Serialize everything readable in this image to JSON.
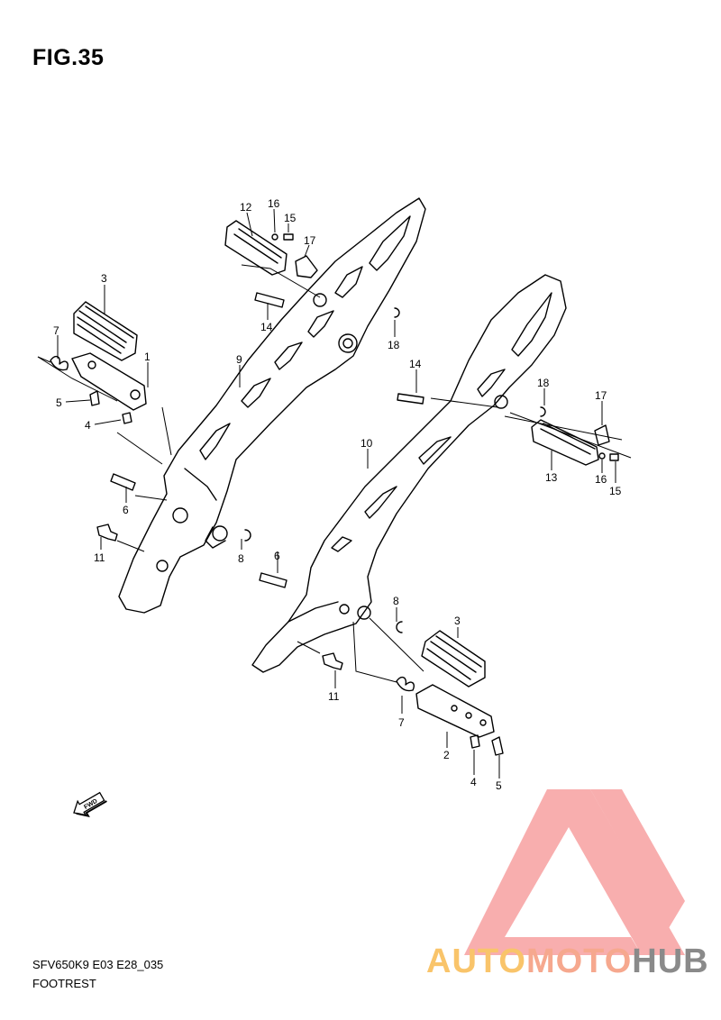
{
  "figure": {
    "title": "FIG.35"
  },
  "footer": {
    "model_code": "SFV650K9 E03 E28_035",
    "section_name": "FOOTREST"
  },
  "fwd_arrow": {
    "label": "FWD"
  },
  "watermark": {
    "parts": [
      {
        "text": "AUTO",
        "color": "#f9c46a"
      },
      {
        "text": "MOTO",
        "color": "#f6a88e"
      },
      {
        "text": "HUB",
        "color": "#8a8a8a"
      }
    ],
    "logo_color": "#f58a8a"
  },
  "callouts": [
    {
      "id": "c12a",
      "text": "12"
    },
    {
      "id": "c16a",
      "text": "16"
    },
    {
      "id": "c15a",
      "text": "15"
    },
    {
      "id": "c17a",
      "text": "17"
    },
    {
      "id": "c3a",
      "text": "3"
    },
    {
      "id": "c14a",
      "text": "14"
    },
    {
      "id": "c18a",
      "text": "18"
    },
    {
      "id": "c7a",
      "text": "7"
    },
    {
      "id": "c1",
      "text": "1"
    },
    {
      "id": "c9",
      "text": "9"
    },
    {
      "id": "c5a",
      "text": "5"
    },
    {
      "id": "c4a",
      "text": "4"
    },
    {
      "id": "c6a",
      "text": "6"
    },
    {
      "id": "c11a",
      "text": "11"
    },
    {
      "id": "c8a",
      "text": "8"
    },
    {
      "id": "c14b",
      "text": "14"
    },
    {
      "id": "c18b",
      "text": "18"
    },
    {
      "id": "c17b",
      "text": "17"
    },
    {
      "id": "c10",
      "text": "10"
    },
    {
      "id": "c13",
      "text": "13"
    },
    {
      "id": "c16b",
      "text": "16"
    },
    {
      "id": "c15b",
      "text": "15"
    },
    {
      "id": "c6b",
      "text": "6"
    },
    {
      "id": "c8b",
      "text": "8"
    },
    {
      "id": "c3b",
      "text": "3"
    },
    {
      "id": "c11b",
      "text": "11"
    },
    {
      "id": "c7b",
      "text": "7"
    },
    {
      "id": "c2",
      "text": "2"
    },
    {
      "id": "c4b",
      "text": "4"
    },
    {
      "id": "c5b",
      "text": "5"
    }
  ]
}
